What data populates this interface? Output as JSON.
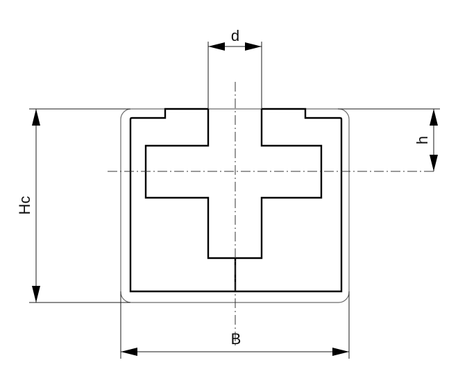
{
  "labels": {
    "d": "d",
    "h": "h",
    "hc": "Hc",
    "b": "B"
  },
  "colors": {
    "line": "#000000",
    "outline": "#6a6a6a",
    "background": "#ffffff"
  }
}
